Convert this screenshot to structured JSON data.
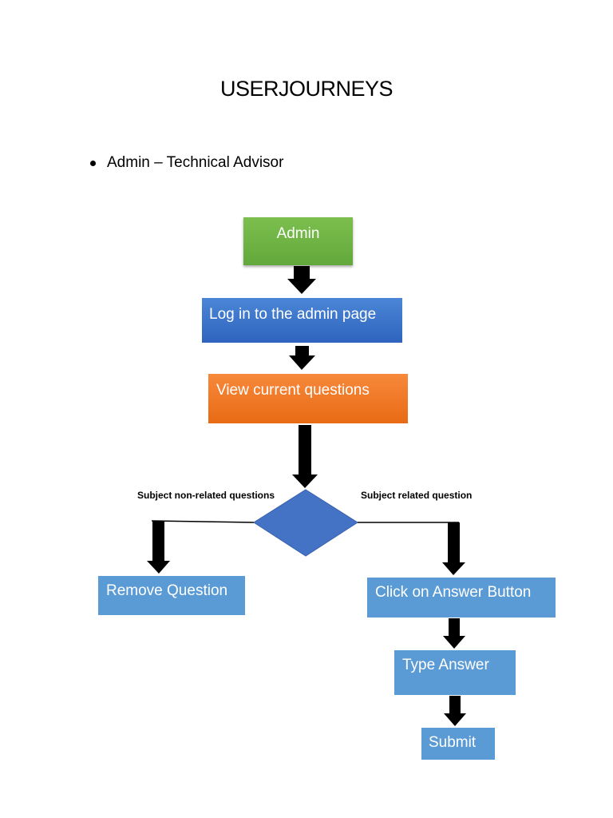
{
  "page": {
    "title": "USERJOURNEYS",
    "bullet": "Admin – Technical Advisor"
  },
  "flowchart": {
    "start": "Admin",
    "step1": "Log in to the admin page",
    "step2": "View current questions",
    "decision": {
      "left_label": "Subject non-related questions",
      "right_label": "Subject related question"
    },
    "left_outcome": "Remove Question",
    "right_step1": "Click on Answer Button",
    "right_step2": "Type Answer",
    "right_step3": "Submit"
  },
  "colors": {
    "start": "#6aaf41",
    "login": "#3a70c8",
    "view": "#ef7a26",
    "decision": "#4472c4",
    "step": "#5b9bd5",
    "arrow": "#000000"
  }
}
